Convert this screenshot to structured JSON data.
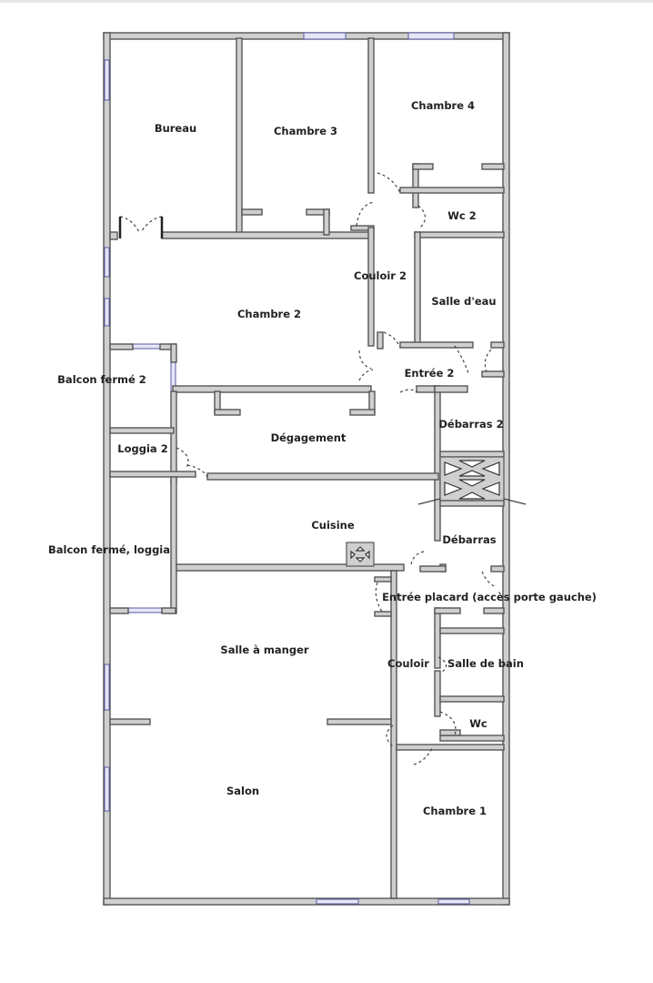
{
  "plan": {
    "colors": {
      "wall_fill": "#cfcfcf",
      "wall_stroke": "#555555",
      "window": "#5a5aa8",
      "background": "#ffffff"
    },
    "rooms": [
      {
        "id": "bureau",
        "label": "Bureau"
      },
      {
        "id": "chambre-3",
        "label": "Chambre 3"
      },
      {
        "id": "chambre-4",
        "label": "Chambre 4"
      },
      {
        "id": "wc-2",
        "label": "Wc 2"
      },
      {
        "id": "couloir-2",
        "label": "Couloir 2"
      },
      {
        "id": "salle-deau",
        "label": "Salle d'eau"
      },
      {
        "id": "chambre-2",
        "label": "Chambre 2"
      },
      {
        "id": "entree-2",
        "label": "Entrée 2"
      },
      {
        "id": "balcon-ferme-2",
        "label": "Balcon fermé 2"
      },
      {
        "id": "degagement",
        "label": "Dégagement"
      },
      {
        "id": "debarras-2",
        "label": "Débarras 2"
      },
      {
        "id": "loggia-2",
        "label": "Loggia 2"
      },
      {
        "id": "cuisine",
        "label": "Cuisine"
      },
      {
        "id": "debarras",
        "label": "Débarras"
      },
      {
        "id": "balcon-ferme-loggia",
        "label": "Balcon fermé, loggia"
      },
      {
        "id": "entree-placard",
        "label": "Entrée placard (accès porte gauche)"
      },
      {
        "id": "salle-a-manger",
        "label": "Salle à manger"
      },
      {
        "id": "couloir",
        "label": "Couloir"
      },
      {
        "id": "salle-de-bain",
        "label": "Salle de bain"
      },
      {
        "id": "wc",
        "label": "Wc"
      },
      {
        "id": "salon",
        "label": "Salon"
      },
      {
        "id": "chambre-1",
        "label": "Chambre 1"
      }
    ]
  }
}
